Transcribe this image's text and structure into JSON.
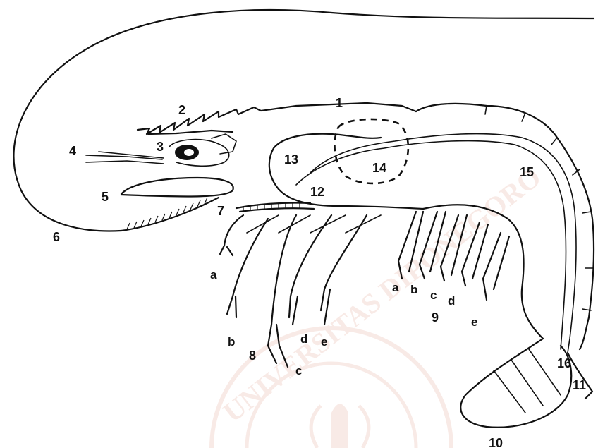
{
  "watermark": {
    "text": "UNIVERSITAS DIPONEGORO",
    "color": "#f3d9d2",
    "icon": "university-seal"
  },
  "labels": {
    "n1": "1",
    "n2": "2",
    "n3": "3",
    "n4": "4",
    "n5": "5",
    "n6": "6",
    "n7": "7",
    "n8": "8",
    "n9": "9",
    "n10": "10",
    "n11": "11",
    "n12": "12",
    "n13": "13",
    "n14": "14",
    "n15": "15",
    "n16": "16",
    "pereiopod_a": "a",
    "pereiopod_b": "b",
    "pereiopod_c": "c",
    "pereiopod_d": "d",
    "pereiopod_e": "e",
    "pleopod_a": "a",
    "pleopod_b": "b",
    "pleopod_c": "c",
    "pleopod_d": "d",
    "pleopod_e": "e"
  },
  "colors": {
    "ink": "#111111",
    "background": "#ffffff"
  }
}
